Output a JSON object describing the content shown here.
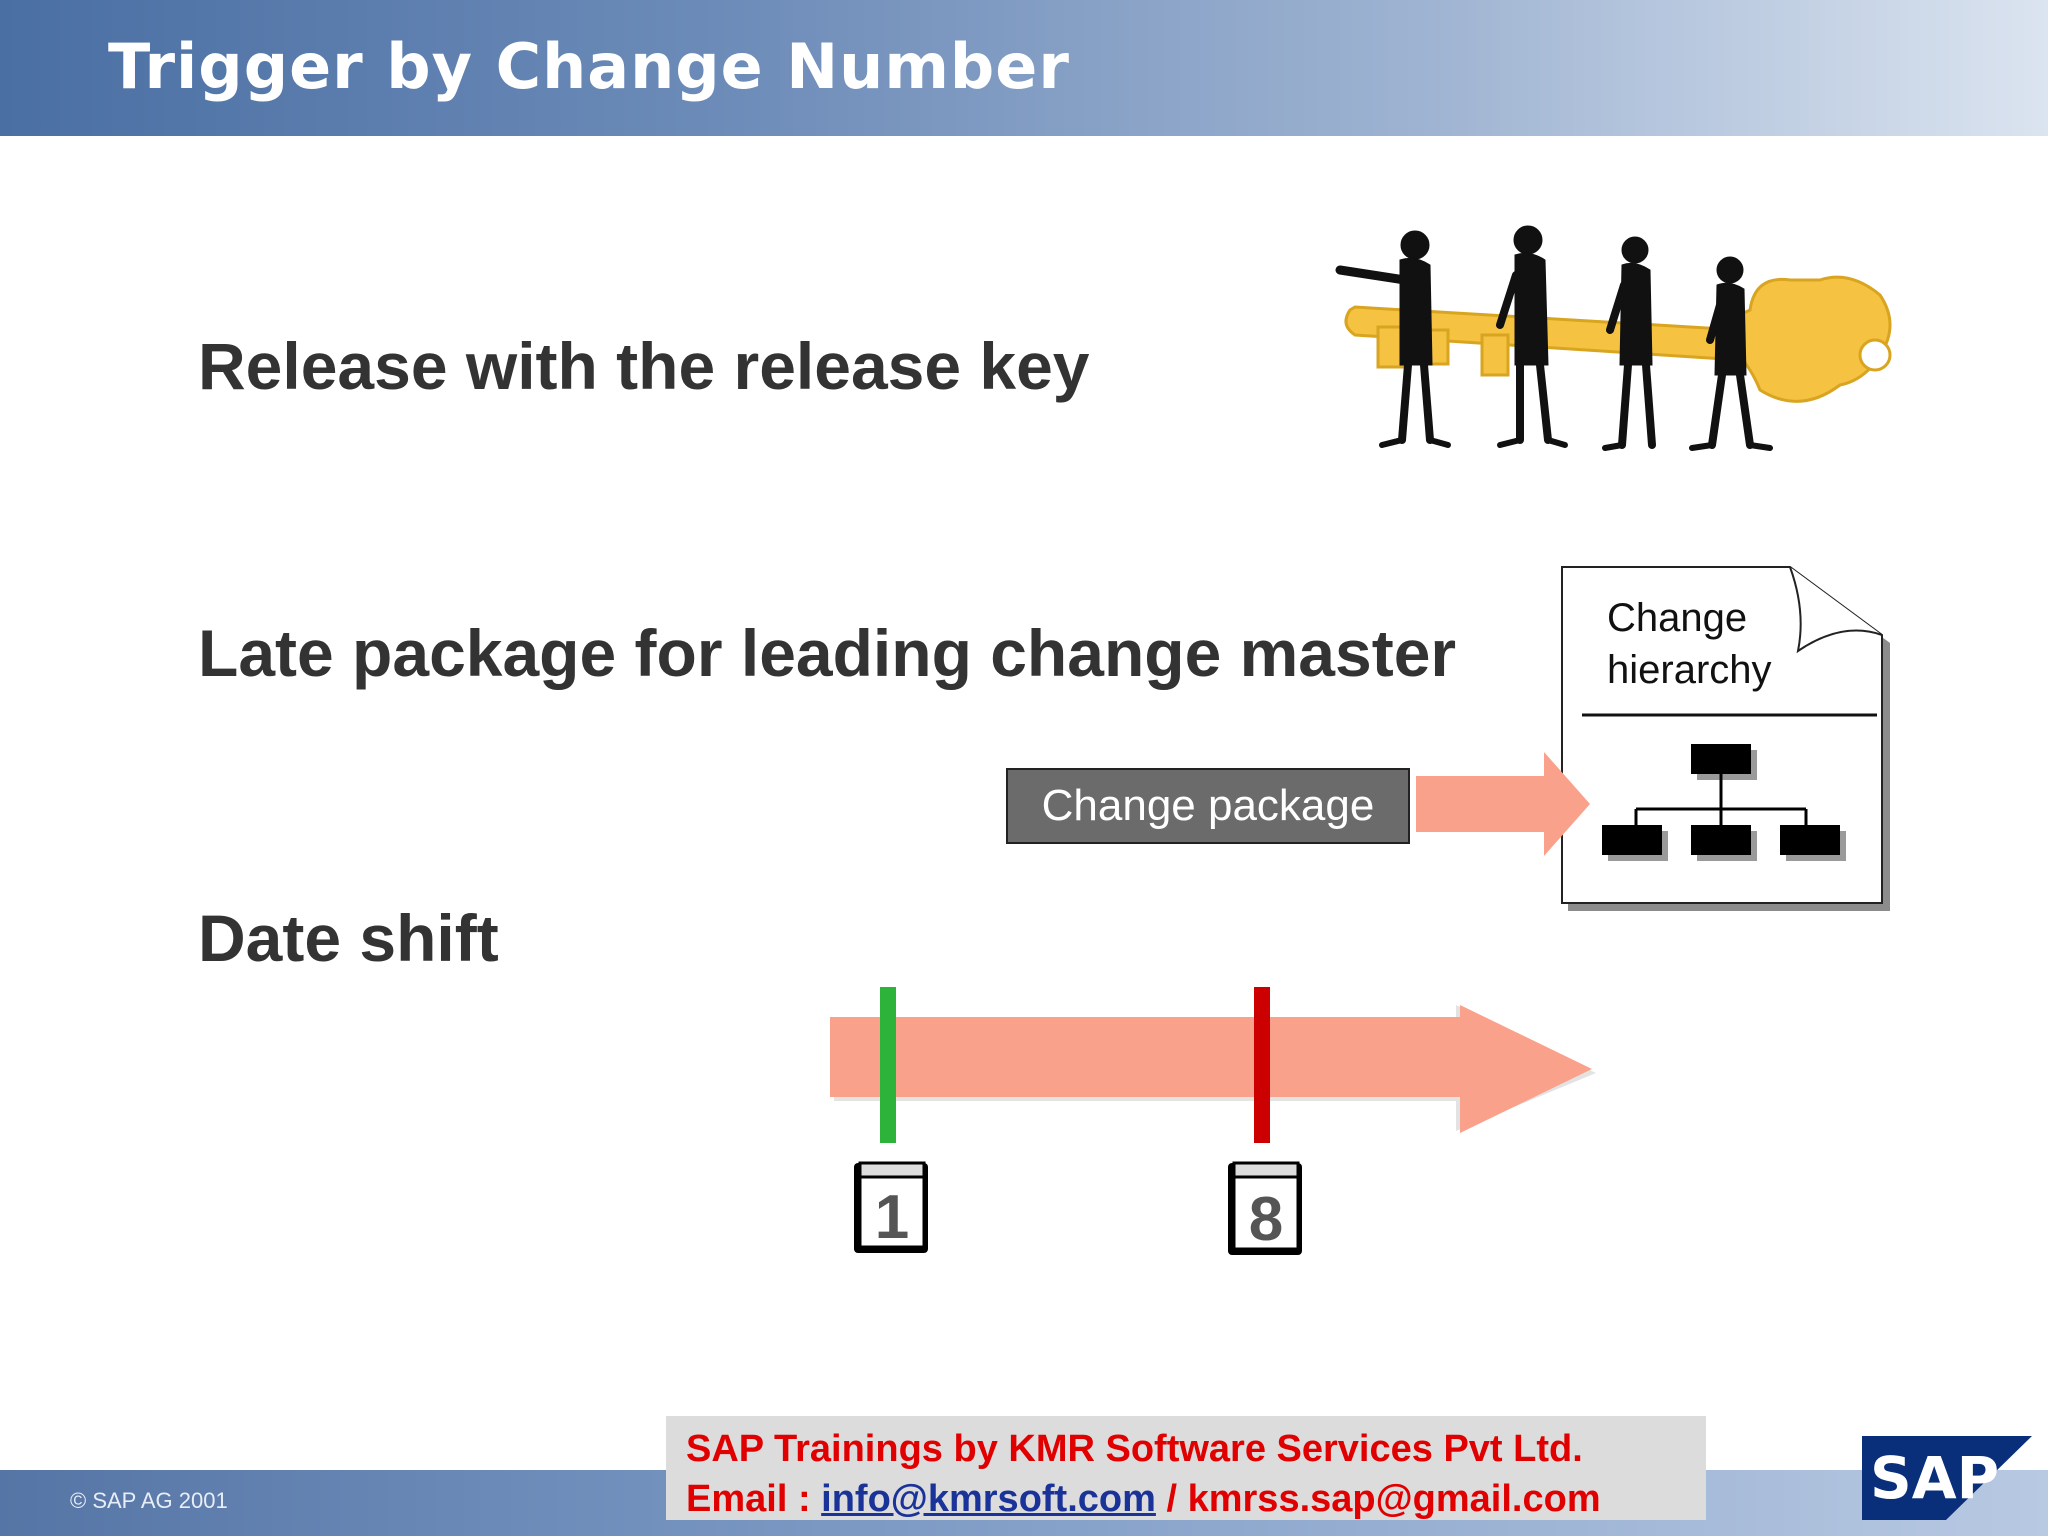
{
  "header": {
    "title": "Trigger by Change Number"
  },
  "bullets": [
    "Release with the release key",
    "Late package for leading change master",
    "Date shift"
  ],
  "document": {
    "label_line1": "Change",
    "label_line2": "hierarchy"
  },
  "package": {
    "label": "Change package"
  },
  "timeline": {
    "start_day": "1",
    "end_day": "8"
  },
  "footer": {
    "copyright": "© SAP AG 2001",
    "kmr_line1": "SAP Trainings by KMR Software Services Pvt Ltd.",
    "kmr_email_prefix": "Email : ",
    "kmr_email1": "info@kmrsoft.com",
    "kmr_email_sep": " / ",
    "kmr_email2": "kmrss.sap@gmail.com",
    "sap_logo": "SAP"
  },
  "colors": {
    "arrow": "#f9a18a",
    "start_marker": "#2db33a",
    "end_marker": "#cc0000",
    "key": "#f5c242"
  }
}
